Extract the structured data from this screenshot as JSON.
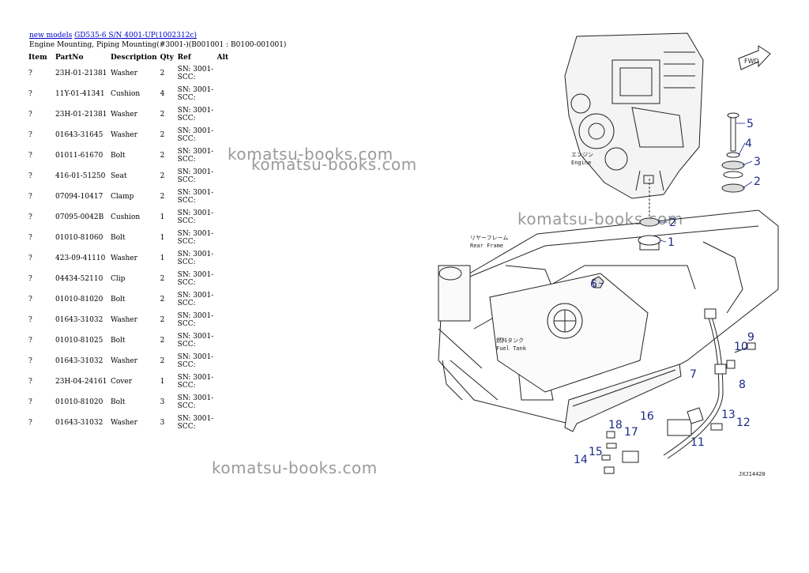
{
  "breadcrumb": {
    "root": "new models",
    "model": "GD535-6 S/N 4001-UP(1002312c)"
  },
  "page_title": "Engine Mounting, Piping Mounting(#3001-)(B001001 : B0100-001001)",
  "table": {
    "headers": [
      "Item",
      "PartNo",
      "Description",
      "Qty",
      "Ref",
      "Alt"
    ],
    "rows": [
      {
        "item": "?",
        "part": "23H-01-21381",
        "desc": "Washer",
        "qty": "2",
        "ref": "SN: 3001-SCC:",
        "alt": ""
      },
      {
        "item": "?",
        "part": "11Y-01-41341",
        "desc": "Cushion",
        "qty": "4",
        "ref": "SN: 3001-SCC:",
        "alt": ""
      },
      {
        "item": "?",
        "part": "23H-01-21381",
        "desc": "Washer",
        "qty": "2",
        "ref": "SN: 3001-SCC:",
        "alt": ""
      },
      {
        "item": "?",
        "part": "01643-31645",
        "desc": "Washer",
        "qty": "2",
        "ref": "SN: 3001-SCC:",
        "alt": ""
      },
      {
        "item": "?",
        "part": "01011-61670",
        "desc": "Bolt",
        "qty": "2",
        "ref": "SN: 3001-SCC:",
        "alt": ""
      },
      {
        "item": "?",
        "part": "416-01-51250",
        "desc": "Seat",
        "qty": "2",
        "ref": "SN: 3001-SCC:",
        "alt": ""
      },
      {
        "item": "?",
        "part": "07094-10417",
        "desc": "Clamp",
        "qty": "2",
        "ref": "SN: 3001-SCC:",
        "alt": ""
      },
      {
        "item": "?",
        "part": "07095-0042B",
        "desc": "Cushion",
        "qty": "1",
        "ref": "SN: 3001-SCC:",
        "alt": ""
      },
      {
        "item": "?",
        "part": "01010-81060",
        "desc": "Bolt",
        "qty": "1",
        "ref": "SN: 3001-SCC:",
        "alt": ""
      },
      {
        "item": "?",
        "part": "423-09-41110",
        "desc": "Washer",
        "qty": "1",
        "ref": "SN: 3001-SCC:",
        "alt": ""
      },
      {
        "item": "?",
        "part": "04434-52110",
        "desc": "Clip",
        "qty": "2",
        "ref": "SN: 3001-SCC:",
        "alt": ""
      },
      {
        "item": "?",
        "part": "01010-81020",
        "desc": "Bolt",
        "qty": "2",
        "ref": "SN: 3001-SCC:",
        "alt": ""
      },
      {
        "item": "?",
        "part": "01643-31032",
        "desc": "Washer",
        "qty": "2",
        "ref": "SN: 3001-SCC:",
        "alt": ""
      },
      {
        "item": "?",
        "part": "01010-81025",
        "desc": "Bolt",
        "qty": "2",
        "ref": "SN: 3001-SCC:",
        "alt": ""
      },
      {
        "item": "?",
        "part": "01643-31032",
        "desc": "Washer",
        "qty": "2",
        "ref": "SN: 3001-SCC:",
        "alt": ""
      },
      {
        "item": "?",
        "part": "23H-04-24161",
        "desc": "Cover",
        "qty": "1",
        "ref": "SN: 3001-SCC:",
        "alt": ""
      },
      {
        "item": "?",
        "part": "01010-81020",
        "desc": "Bolt",
        "qty": "3",
        "ref": "SN: 3001-SCC:",
        "alt": ""
      },
      {
        "item": "?",
        "part": "01643-31032",
        "desc": "Washer",
        "qty": "3",
        "ref": "SN: 3001-SCC:",
        "alt": ""
      }
    ]
  },
  "watermark": "komatsu-books.com",
  "diagram": {
    "labels": {
      "fwd": "FWD",
      "engine_jp": "エンジン",
      "engine": "Engine",
      "rear_frame_jp": "リヤーフレーム",
      "rear_frame": "Rear Frame",
      "fuel_tank_jp": "燃料タンク",
      "fuel_tank": "Fuel Tank",
      "drawing_id": "JXJ14420"
    },
    "callouts": [
      "5",
      "4",
      "3",
      "2",
      "2",
      "1",
      "6",
      "9",
      "10",
      "7",
      "8",
      "16",
      "13",
      "12",
      "18",
      "17",
      "11",
      "15",
      "14"
    ],
    "callout_color": "#1a2a8a"
  }
}
